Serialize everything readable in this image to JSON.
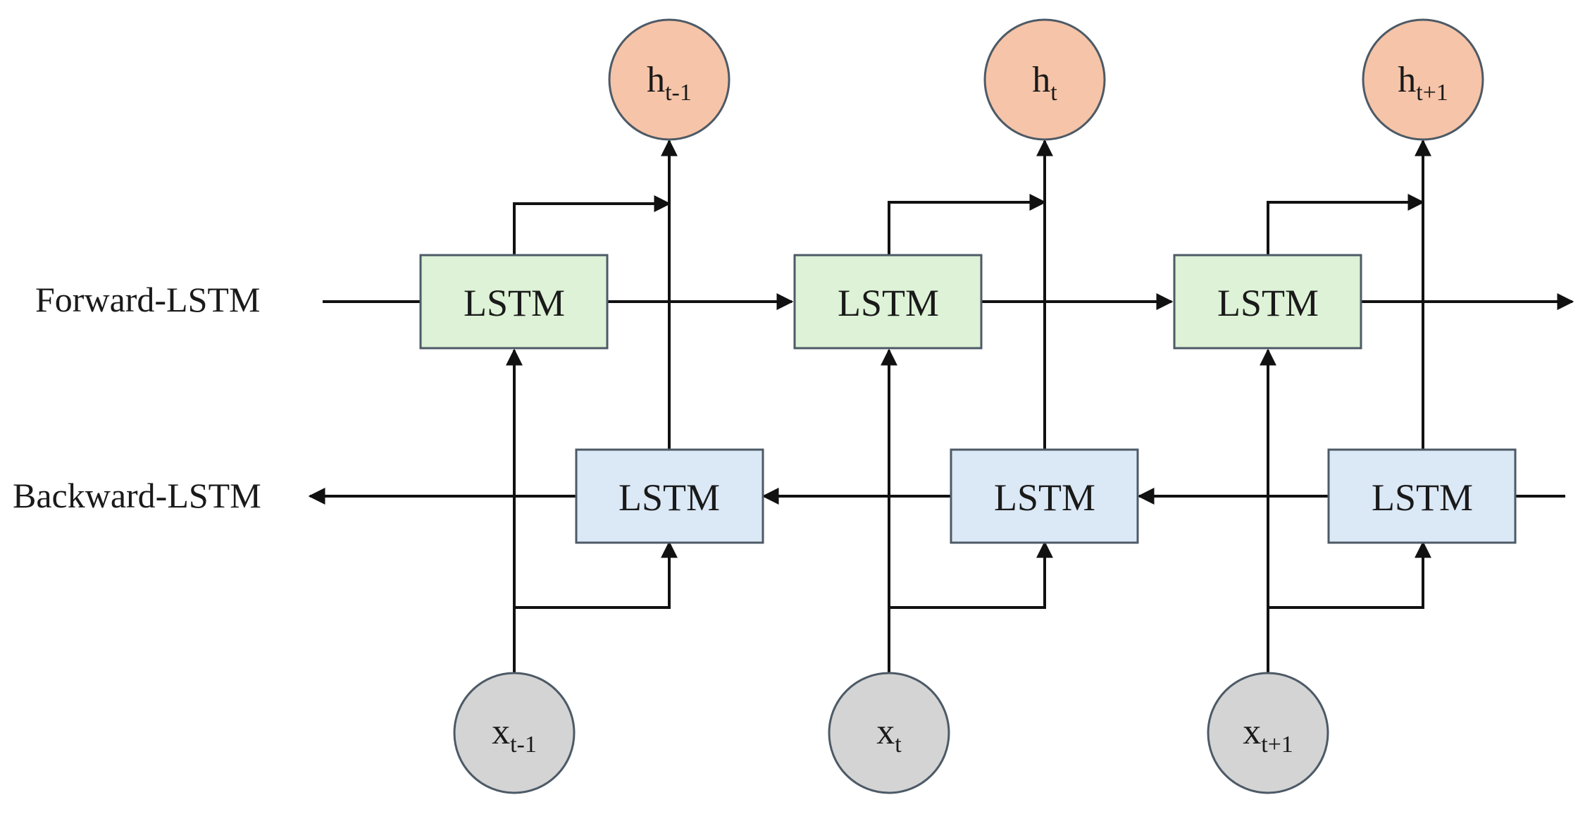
{
  "labels": {
    "forward": "Forward-LSTM",
    "backward": "Backward-LSTM"
  },
  "cell_label": "LSTM",
  "colors": {
    "forward_cell": "#ddf2d6",
    "backward_cell": "#dbe8f6",
    "output_node": "#f6c4a8",
    "input_node": "#d4d4d4"
  },
  "outputs": [
    {
      "base": "h",
      "sub": "t-1"
    },
    {
      "base": "h",
      "sub": "t"
    },
    {
      "base": "h",
      "sub": "t+1"
    }
  ],
  "inputs": [
    {
      "base": "x",
      "sub": "t-1"
    },
    {
      "base": "x",
      "sub": "t"
    },
    {
      "base": "x",
      "sub": "t+1"
    }
  ]
}
